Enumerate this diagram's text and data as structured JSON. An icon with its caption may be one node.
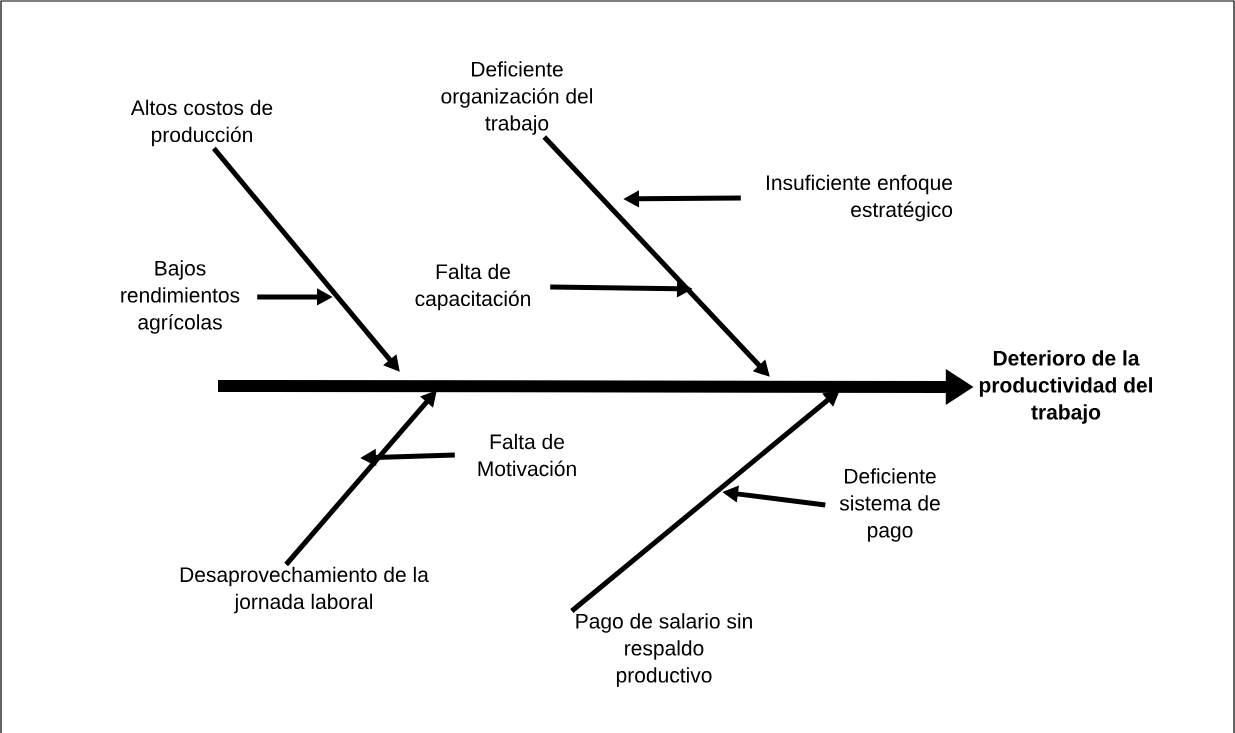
{
  "diagram": {
    "nodes": [
      {
        "text": [
          "Altos costos de producción"
        ]
      },
      {
        "text": [
          "Bajos rendimientos agrícolas"
        ]
      },
      {
        "text": [
          "Deficiente organización del trabajo"
        ]
      },
      {
        "text": [
          "Insuficiente enfoque estratégico"
        ]
      },
      {
        "text": [
          "Falta de capacitación"
        ]
      },
      {
        "text": [
          "Deterioro de la productividad del trabajo"
        ]
      },
      {
        "text": [
          "Falta de Motivación"
        ]
      },
      {
        "text": [
          "Desaprovechamiento de la jornada laboral"
        ]
      },
      {
        "text": [
          "Deficiente sistema de pago"
        ]
      },
      {
        "text": [
          "Pago de salario sin respaldo productivo"
        ]
      }
    ],
    "edges": [
      {
        "from": null,
        "to": 5,
        "arrow": "to",
        "style": "thick"
      },
      {
        "from": 0,
        "to": null,
        "arrow": "to"
      },
      {
        "from": 2,
        "to": null,
        "arrow": "to"
      },
      {
        "from": 7,
        "to": null,
        "arrow": "to"
      },
      {
        "from": 9,
        "to": null,
        "arrow": "to"
      },
      {
        "from": 1,
        "to": null,
        "arrow": "to"
      },
      {
        "from": 3,
        "to": null,
        "arrow": "to"
      },
      {
        "from": 4,
        "to": null,
        "arrow": "to"
      },
      {
        "from": 6,
        "to": null,
        "arrow": "to"
      },
      {
        "from": 8,
        "to": null,
        "arrow": "to"
      }
    ]
  }
}
